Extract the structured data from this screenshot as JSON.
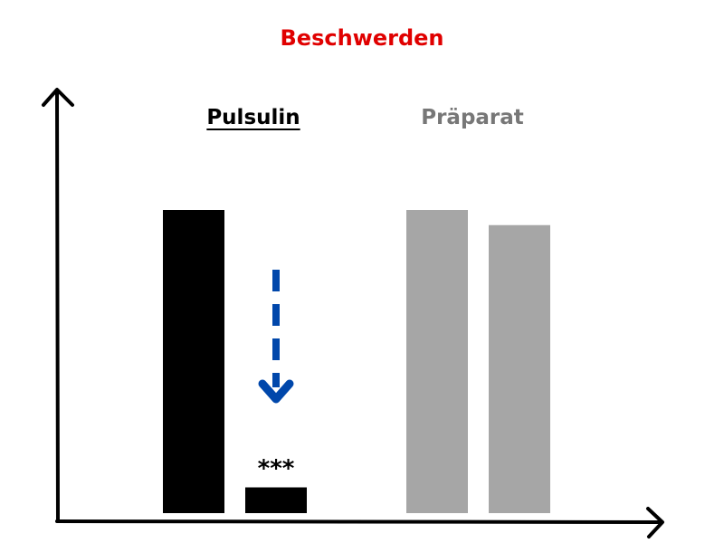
{
  "colors": {
    "title": "#e00000",
    "pulsulin": "#000000",
    "praeparat": "#a6a6a6",
    "praeparat_label": "#777777",
    "arrow": "#0047ab",
    "axis": "#000000"
  },
  "chart_data": {
    "type": "bar",
    "title": "Beschwerden",
    "xlabel": "",
    "ylabel": "",
    "ylim": [
      0,
      100
    ],
    "grid": false,
    "legend": "none",
    "groups": [
      {
        "label": "Pulsulin",
        "values": [
          100,
          8.5
        ],
        "color_key": "pulsulin",
        "annotation": "***"
      },
      {
        "label": "Präparat",
        "values": [
          100,
          95
        ],
        "color_key": "praeparat"
      }
    ],
    "annotations": [
      {
        "type": "dashed-arrow-down",
        "group": 0,
        "bar": 1
      }
    ]
  }
}
